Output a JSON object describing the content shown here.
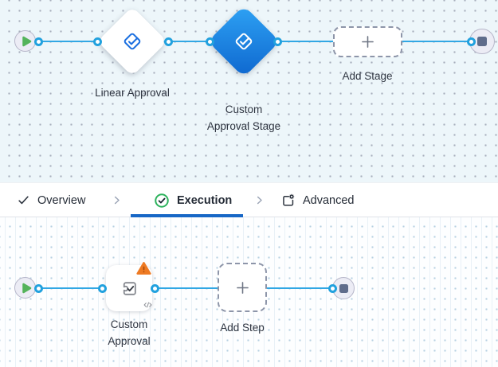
{
  "stage_canvas": {
    "stages": [
      {
        "label": "Linear Approval",
        "selected": false
      },
      {
        "label": "Custom Approval Stage",
        "selected": true
      }
    ],
    "add_button": "Add Stage"
  },
  "tab_bar": {
    "tabs": [
      {
        "label": "Overview",
        "icon": "check-icon",
        "state": "complete"
      },
      {
        "label": "Execution",
        "icon": "check-circle-green-icon",
        "state": "active"
      },
      {
        "label": "Advanced",
        "icon": "frame-gear-icon",
        "state": "default"
      }
    ]
  },
  "step_canvas": {
    "steps": [
      {
        "label": "Custom Approval",
        "has_warning": true,
        "has_script_badge": true
      }
    ],
    "add_button": "Add Step"
  },
  "icons": {
    "start": "play-icon",
    "end": "stop-icon",
    "stage": "approval-check-diamond-icon",
    "step": "puzzle-check-icon",
    "warning": "warning-triangle-icon",
    "script": "code-icon",
    "separator": "chevron-right-icon",
    "add": "plus-icon"
  },
  "colors": {
    "edge_blue": "#31a7e4",
    "port_ring": "#21a1de",
    "selected_node_gradient_start": "#2ea2f4",
    "selected_node_gradient_end": "#0e67cf",
    "warning_orange": "#ee7a23",
    "success_green": "#2cb25c",
    "active_tab_underline": "#1767c6",
    "canvas_top_bg": "#edf6fa",
    "canvas_bottom_bg": "#fdfeff",
    "stage_icon_blue": "#1b6fe0"
  }
}
